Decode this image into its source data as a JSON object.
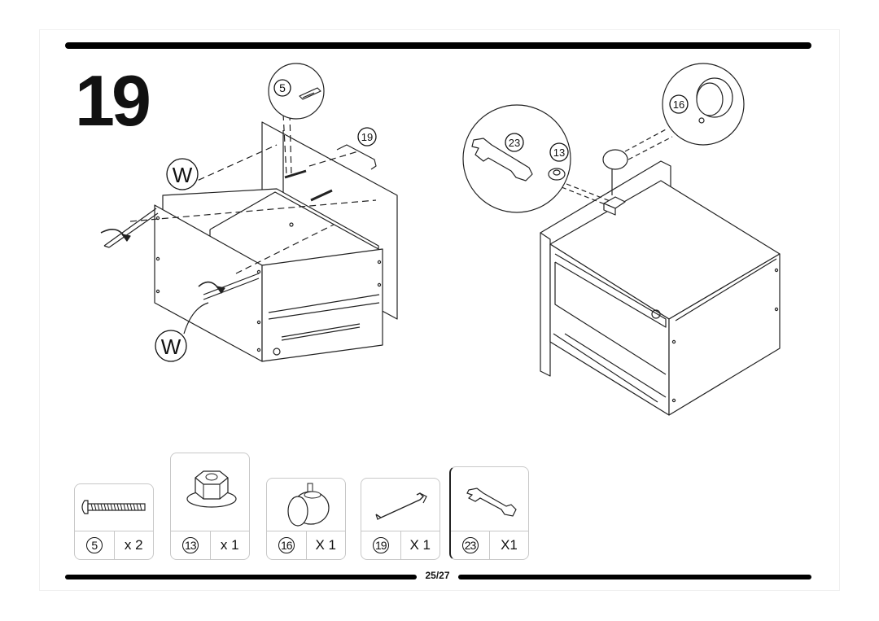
{
  "step_number": "19",
  "page_indicator": "25/27",
  "callouts": {
    "screw_ref": "5",
    "handle_ref": "19",
    "wrench_ref": "23",
    "nut_ref": "13",
    "caster_ref": "16",
    "tool_top": "W",
    "tool_bottom": "W"
  },
  "parts": [
    {
      "ref": "5",
      "qty": "x 2",
      "icon": "screw-icon"
    },
    {
      "ref": "13",
      "qty": "x 1",
      "icon": "nut-icon"
    },
    {
      "ref": "16",
      "qty": "X 1",
      "icon": "caster-wheel-icon"
    },
    {
      "ref": "19",
      "qty": "X 1",
      "icon": "handle-icon"
    },
    {
      "ref": "23",
      "qty": "X1",
      "icon": "wrench-icon"
    }
  ]
}
